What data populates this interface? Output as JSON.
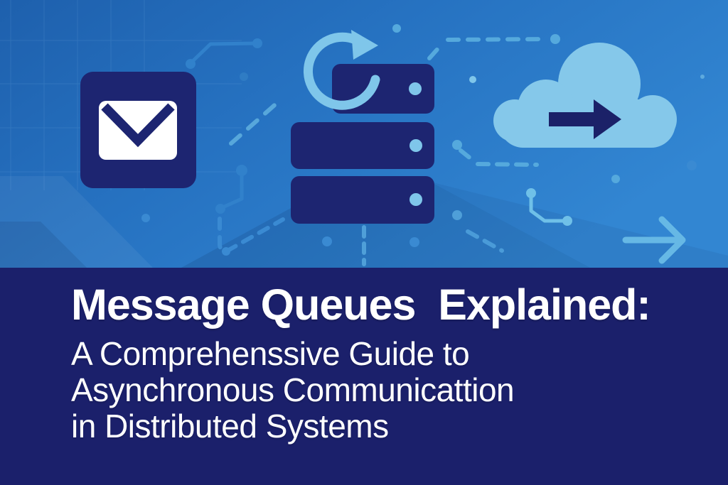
{
  "palette": {
    "background_blue_start": "#1e60ad",
    "background_blue_mid": "#2672c1",
    "background_blue_end": "#3286d2",
    "icon_navy": "#1d2571",
    "band_navy": "#1b206b",
    "light_blue": "#7fc6ea",
    "cloud_blue": "#85c8ea",
    "dash_blue": "#55a9dd",
    "circuit_blue": "#3181cb",
    "text_white": "#ffffff"
  },
  "hero": {
    "icons": [
      "envelope-icon",
      "refresh-arrow-icon",
      "message-queue-stack-icon",
      "cloud-icon",
      "cloud-arrow-icon",
      "flow-arrow-icon"
    ]
  },
  "title_block": {
    "heading": "Message Queues  Explained:",
    "subtitle_lines": [
      "A Comprehenssive Guide to",
      "Asynchronous Communicattion",
      "in Distributed Systems"
    ]
  }
}
